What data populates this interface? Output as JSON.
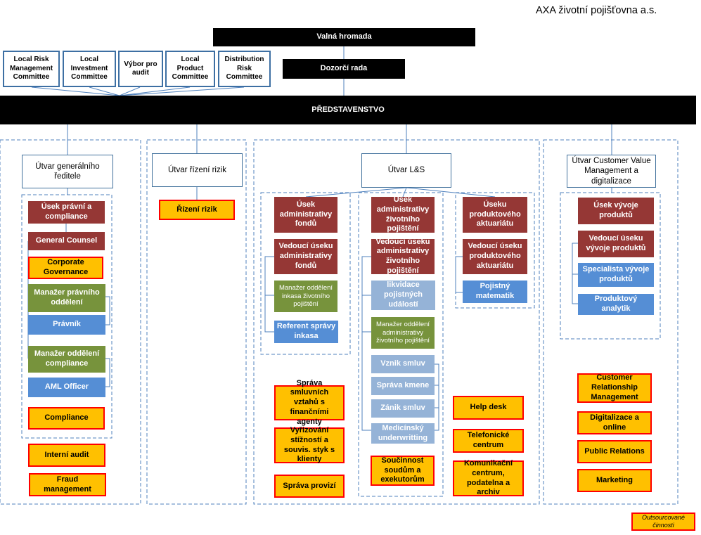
{
  "company": "AXA životní pojišťovna a.s.",
  "top": {
    "general_meeting": "Valná hromada",
    "supervisory_board": "Dozorčí rada",
    "board": "PŘEDSTAVENSTVO"
  },
  "committees": [
    "Local Risk Management Committee",
    "Local Investment Committee",
    "Výbor pro audit",
    "Local Product Committee",
    "Distribution Risk Committee"
  ],
  "ceo": {
    "title": "Útvar generálního ředitele",
    "legal_dept": "Úsek právní a compliance",
    "general_counsel": "General Counsel",
    "corporate_governance": "Corporate Governance",
    "legal_manager": "Manažer právního oddělení",
    "lawyer": "Právník",
    "compliance_manager": "Manažer oddělení compliance",
    "aml_officer": "AML Officer",
    "compliance": "Compliance",
    "internal_audit": "Interní audit",
    "fraud": "Fraud management"
  },
  "risk": {
    "title": "Útvar řízení rizik",
    "risk_mgmt": "Řízení rizik"
  },
  "ls": {
    "title": "Útvar L&S",
    "funds_dept": "Úsek administrativy fondů",
    "funds_head": "Vedoucí úseku administrativy fondů",
    "collection_manager": "Manažer oddělení inkasa životního pojištění",
    "collection_referent": "Referent správy inkasa",
    "life_dept": "Úsek administrativy životního pojištění",
    "life_head": "Vedoucí úseku administrativy životního pojištění",
    "claims": "likvidace pojistných událostí",
    "life_admin_manager": "Manažer oddělení administrativy životního pojištění",
    "contract_creation": "Vznik smluv",
    "portfolio_admin": "Správa kmene",
    "contract_termination": "Zánik smluv",
    "medical_uw": "Medicínský underwritting",
    "courts": "Součinnost soudům a exekutorům",
    "actuarial_dept": "Úseku produktového aktuariátu",
    "actuarial_head": "Vedoucí úseku produktového aktuariátu",
    "actuary": "Pojistný matematik",
    "agent_contracts": "Správa smluvních vztahů s finančními agenty",
    "complaints": "Vyřizování stížností a souvis. styk s klienty",
    "commissions": "Správa provizí",
    "help_desk": "Help desk",
    "call_center": "Telefonické centrum",
    "comm_center": "Komunikační centrum, podatelna a archiv"
  },
  "cvm": {
    "title": "Útvar Customer Value Management a digitalizace",
    "product_dept": "Úsek vývoje produktů",
    "product_head": "Vedoucí úseku vývoje produktů",
    "product_specialist": "Specialista vývoje produktů",
    "product_analyst": "Produktový analytik",
    "crm": "Customer Relationship Management",
    "digital": "Digitalizace a online",
    "pr": "Public Relations",
    "marketing": "Marketing"
  },
  "legend": {
    "outsourced": "Outsourcované činnosti"
  },
  "colors": {
    "black": "#000000",
    "dark_red": "#953735",
    "green": "#77933c",
    "blue": "#558ed5",
    "light_blue": "#95b3d7",
    "yellow": "#ffc000",
    "highlight_border": "#ff0000",
    "line": "#4f81bd"
  }
}
